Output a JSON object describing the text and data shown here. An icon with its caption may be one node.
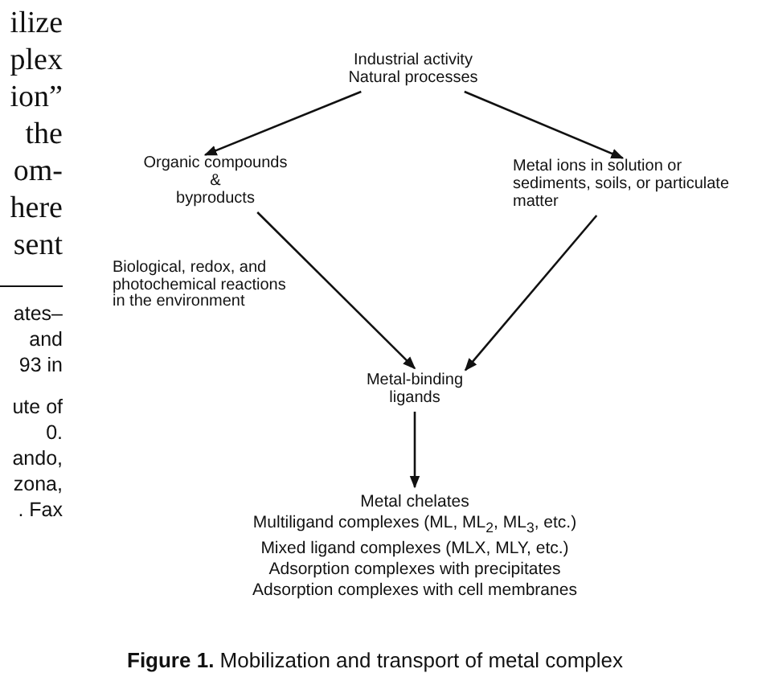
{
  "diagram": {
    "caption": "**Figure 1.** Mobilization and transport of metal complex",
    "nodes": [
      {
        "text": [
          "Industrial activity",
          "Natural processes"
        ]
      },
      {
        "text": [
          "Organic compounds",
          "&",
          "byproducts"
        ]
      },
      {
        "text": [
          "Metal ions in solution or sediments, soils, or particulate matter"
        ]
      },
      {
        "text": [
          "Metal-binding ligands"
        ]
      },
      {
        "text": [
          "Metal chelates",
          "Multiligand complexes (ML, ML$_{2}$, ML$_{3}$, etc.)",
          "Mixed ligand complexes (MLX, MLY, etc.)",
          "Adsorption complexes with precipitates",
          "Adsorption complexes with cell membranes"
        ]
      }
    ],
    "edges": [
      {
        "from": 0,
        "to": 1,
        "arrow": "to"
      },
      {
        "from": 0,
        "to": 2,
        "arrow": "to"
      },
      {
        "from": 1,
        "to": 3,
        "arrow": "to",
        "label": "Biological, redox, and photochemical reactions in the environment"
      },
      {
        "from": 2,
        "to": 3,
        "arrow": "to"
      },
      {
        "from": 3,
        "to": 4,
        "arrow": "to"
      }
    ],
    "labels": [
      "ilize",
      "plex",
      "ion”",
      "the",
      "om-",
      "here",
      "sent",
      "ates–",
      "and",
      "93 in",
      "ute of",
      "0.",
      "ando,",
      "zona,",
      ". Fax"
    ]
  }
}
